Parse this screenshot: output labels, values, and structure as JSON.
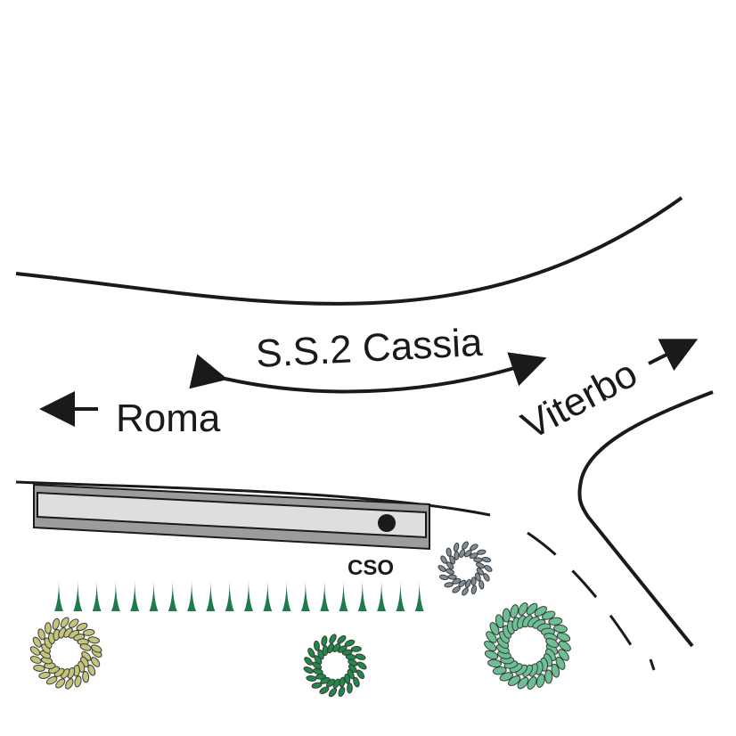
{
  "map": {
    "road_name": "S.S.2 Cassia",
    "destination_left": "Roma",
    "destination_right": "Viterbo",
    "point_label": "CSO"
  },
  "colors": {
    "ink": "#1a1a1a",
    "building_outer": "#9c9c9c",
    "building_inner": "#dedede",
    "hedge": "#1f7a4d",
    "tree_olive": "#c4c47a",
    "tree_dark_green": "#1f8a48",
    "tree_mint": "#6bbf93",
    "tree_slate": "#7f8f99"
  },
  "icons": {
    "hedge": "cone-shrub-icon",
    "tree": "tree-canopy-icon",
    "station": "filled-circle-icon"
  }
}
